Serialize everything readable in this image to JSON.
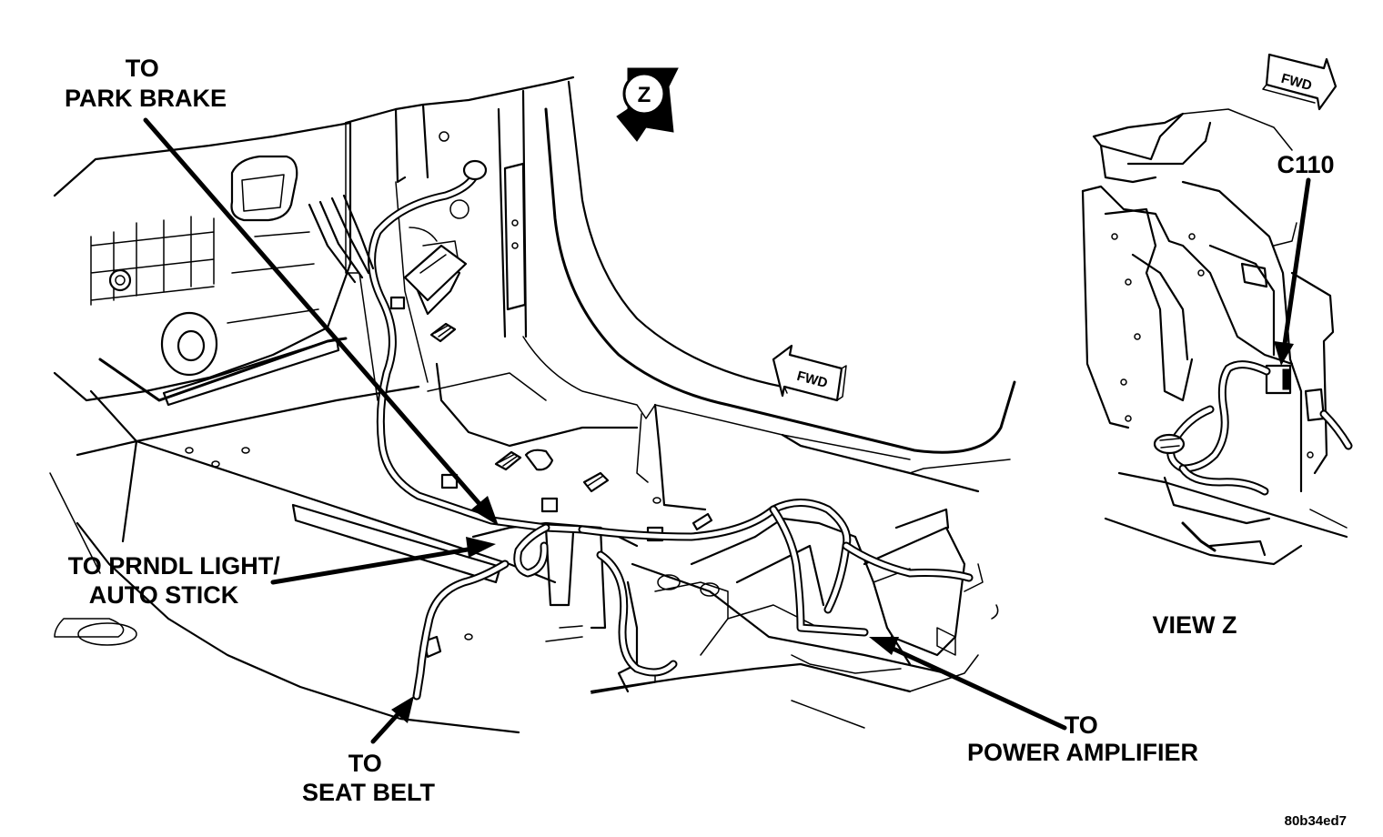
{
  "labels": {
    "park_brake": [
      "TO",
      "PARK BRAKE"
    ],
    "prndl": [
      "TO PRNDL LIGHT/",
      "AUTO STICK"
    ],
    "seat_belt": [
      "TO",
      "SEAT BELT"
    ],
    "power_amp": [
      "TO",
      "POWER AMPLIFIER"
    ],
    "c110": "C110",
    "view_z": "VIEW Z",
    "figure_id": "80b34ed7"
  },
  "markers": {
    "view_marker": "Z",
    "fwd_main": "FWD",
    "fwd_inset": "FWD"
  },
  "components": [
    "door-sill-panel",
    "floor-pan",
    "a-pillar-frame",
    "wiring-harness",
    "connector-c110",
    "view-z-inset"
  ]
}
